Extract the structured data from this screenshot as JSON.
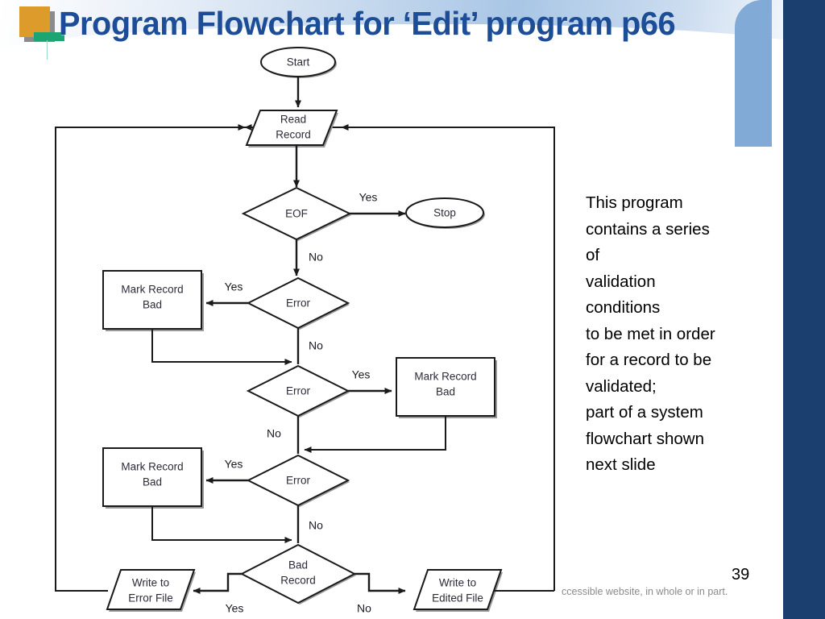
{
  "slide": {
    "title": "Program Flowchart for ‘Edit’ program p66",
    "page_number": "39",
    "footer_note": "ccessible website, in whole or in part.",
    "accent_colors": {
      "title_blue": "#1c4d96",
      "navy_bar": "#1b3f6e",
      "light_blue_bar": "#82aad6",
      "logo_orange": "#dd9b2b",
      "logo_green": "#1aa573"
    }
  },
  "side_text": {
    "lines": [
      "This program",
      "contains a series",
      "of",
      "validation",
      "conditions",
      "to be met in order",
      "for a record to be",
      "validated;",
      "part of a system",
      "flowchart shown",
      "next slide"
    ]
  },
  "chart_data": {
    "type": "diagram",
    "title": "Program Flowchart for ‘Edit’ program p66",
    "nodes": [
      {
        "id": "start",
        "shape": "terminator",
        "label": "Start"
      },
      {
        "id": "read",
        "shape": "parallelogram",
        "label": "Read Record",
        "label_lines": [
          "Read",
          "Record"
        ]
      },
      {
        "id": "eof",
        "shape": "diamond",
        "label": "EOF"
      },
      {
        "id": "stop",
        "shape": "terminator",
        "label": "Stop"
      },
      {
        "id": "error1",
        "shape": "diamond",
        "label": "Error"
      },
      {
        "id": "mark1",
        "shape": "process",
        "label": "Mark Record Bad",
        "label_lines": [
          "Mark Record",
          "Bad"
        ]
      },
      {
        "id": "error2",
        "shape": "diamond",
        "label": "Error"
      },
      {
        "id": "mark2",
        "shape": "process",
        "label": "Mark Record Bad",
        "label_lines": [
          "Mark Record",
          "Bad"
        ]
      },
      {
        "id": "error3",
        "shape": "diamond",
        "label": "Error"
      },
      {
        "id": "mark3",
        "shape": "process",
        "label": "Mark Record Bad",
        "label_lines": [
          "Mark Record",
          "Bad"
        ]
      },
      {
        "id": "badrecord",
        "shape": "diamond",
        "label": "Bad Record",
        "label_lines": [
          "Bad",
          "Record"
        ]
      },
      {
        "id": "writeerror",
        "shape": "parallelogram",
        "label": "Write to Error File",
        "label_lines": [
          "Write to",
          "Error File"
        ]
      },
      {
        "id": "writeedited",
        "shape": "parallelogram",
        "label": "Write to Edited File",
        "label_lines": [
          "Write to",
          "Edited File"
        ]
      }
    ],
    "edges": [
      {
        "from": "start",
        "to": "read",
        "label": ""
      },
      {
        "from": "read",
        "to": "eof",
        "label": ""
      },
      {
        "from": "eof",
        "to": "stop",
        "label": "Yes"
      },
      {
        "from": "eof",
        "to": "error1",
        "label": "No"
      },
      {
        "from": "error1",
        "to": "mark1",
        "label": "Yes"
      },
      {
        "from": "error1",
        "to": "error2",
        "label": "No"
      },
      {
        "from": "mark1",
        "to": "error2",
        "label": ""
      },
      {
        "from": "error2",
        "to": "mark2",
        "label": "Yes"
      },
      {
        "from": "error2",
        "to": "error3",
        "label": "No"
      },
      {
        "from": "mark2",
        "to": "error3",
        "label": ""
      },
      {
        "from": "error3",
        "to": "mark3",
        "label": "Yes"
      },
      {
        "from": "error3",
        "to": "badrecord",
        "label": "No"
      },
      {
        "from": "mark3",
        "to": "badrecord",
        "label": ""
      },
      {
        "from": "badrecord",
        "to": "writeerror",
        "label": "Yes"
      },
      {
        "from": "badrecord",
        "to": "writeedited",
        "label": "No"
      },
      {
        "from": "writeerror",
        "to": "read",
        "label": ""
      },
      {
        "from": "writeedited",
        "to": "read",
        "label": ""
      }
    ],
    "edge_labels": [
      "Yes",
      "No",
      "Yes",
      "No",
      "Yes",
      "No",
      "Yes",
      "No"
    ]
  }
}
